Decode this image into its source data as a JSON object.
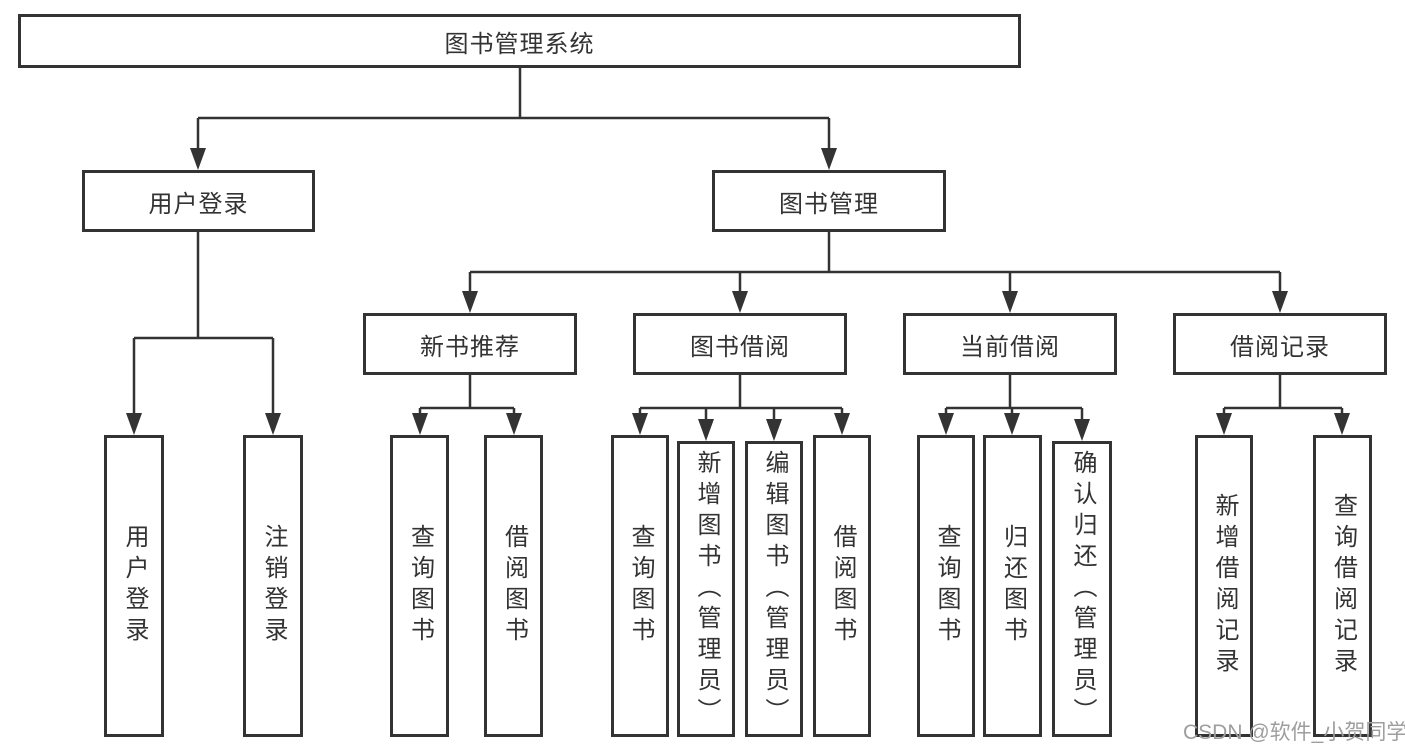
{
  "diagram": {
    "root": {
      "id": "library-management-system",
      "label": "图书管理系统"
    },
    "children": [
      {
        "id": "user-login",
        "label": "用户登录",
        "children": [
          {
            "id": "leaf-user-login",
            "label": "用户登录"
          },
          {
            "id": "leaf-logout",
            "label": "注销登录"
          }
        ]
      },
      {
        "id": "book-management",
        "label": "图书管理",
        "children": [
          {
            "id": "new-book-recommend",
            "label": "新书推荐",
            "children": [
              {
                "id": "query-books-1",
                "label": "查询图书"
              },
              {
                "id": "borrow-books-1",
                "label": "借阅图书"
              }
            ]
          },
          {
            "id": "book-borrowing",
            "label": "图书借阅",
            "children": [
              {
                "id": "query-books-2",
                "label": "查询图书"
              },
              {
                "id": "add-books-admin",
                "label": "新增图书（管理员）"
              },
              {
                "id": "edit-books-admin",
                "label": "编辑图书（管理员）"
              },
              {
                "id": "borrow-books-2",
                "label": "借阅图书"
              }
            ]
          },
          {
            "id": "current-borrowing",
            "label": "当前借阅",
            "children": [
              {
                "id": "query-books-3",
                "label": "查询图书"
              },
              {
                "id": "return-books",
                "label": "归还图书"
              },
              {
                "id": "confirm-return-admin",
                "label": "确认归还（管理员）"
              }
            ]
          },
          {
            "id": "borrowing-records",
            "label": "借阅记录",
            "children": [
              {
                "id": "add-borrow-record",
                "label": "新增借阅记录"
              },
              {
                "id": "query-borrow-record",
                "label": "查询借阅记录"
              }
            ]
          }
        ]
      }
    ]
  },
  "watermark": {
    "text": "CSDN @软件_小贺同学"
  },
  "colors": {
    "line": "#333333",
    "text": "#333333",
    "box_background": "#ffffff",
    "watermark": "#9e9e9e",
    "background": "#ffffff"
  }
}
